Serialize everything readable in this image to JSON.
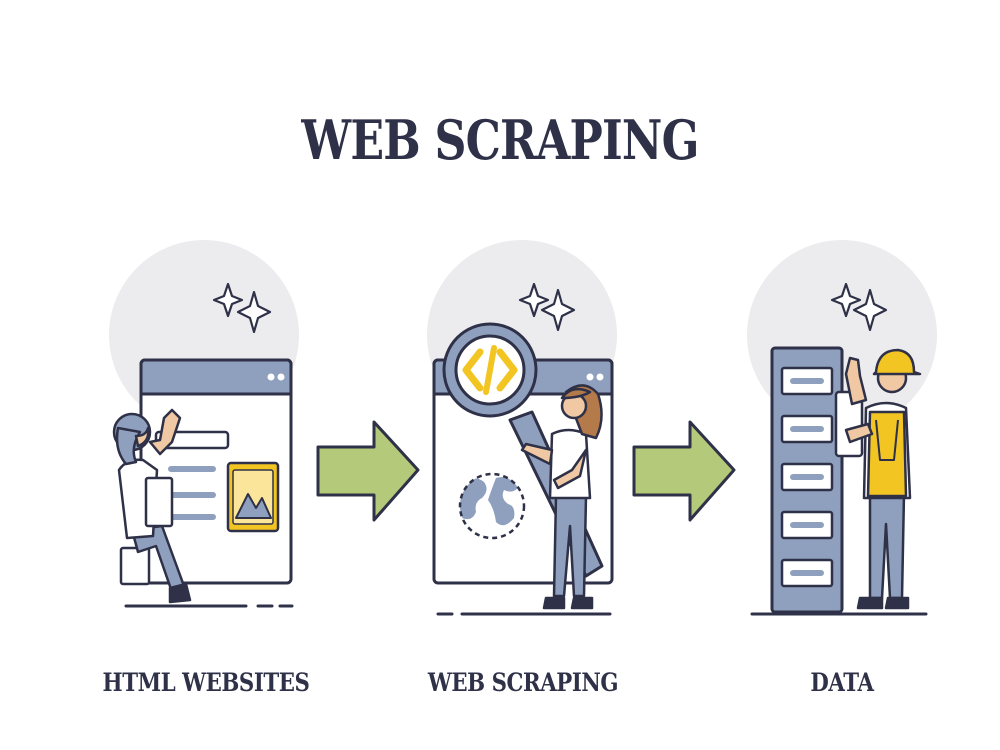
{
  "title": "WEB SCRAPING",
  "steps": [
    {
      "label": "HTML WEBSITES",
      "icon": "website-browser-icon"
    },
    {
      "label": "WEB SCRAPING",
      "icon": "magnifying-glass-code-icon"
    },
    {
      "label": "DATA",
      "icon": "server-rack-icon"
    }
  ],
  "colors": {
    "ink": "#2e3147",
    "circle": "#ececef",
    "window_bar": "#8fa0be",
    "arrow": "#b5c97a",
    "accent_yellow": "#f3c522"
  }
}
